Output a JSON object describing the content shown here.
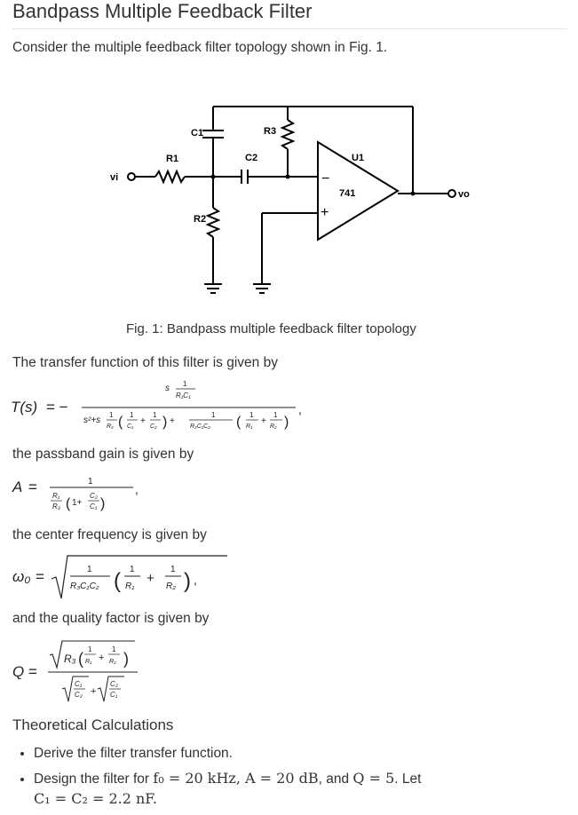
{
  "title": "Bandpass Multiple Feedback Filter",
  "intro": "Consider the multiple feedback filter topology shown in Fig. 1.",
  "circuit": {
    "labels": {
      "c1": "C1",
      "r3": "R3",
      "r1": "R1",
      "c2": "C2",
      "u1": "U1",
      "vi": "vi",
      "opamp": "741",
      "vo": "vo",
      "r2": "R2",
      "minus": "−",
      "plus": "+"
    }
  },
  "caption": "Fig. 1: Bandpass multiple feedback filter topology",
  "transfer_intro": "The transfer function of this filter is given by",
  "passband_intro": "the passband gain is given by",
  "center_intro": "the center frequency is given by",
  "quality_intro": "and the quality factor is given by",
  "section_heading": "Theoretical Calculations",
  "bullets": {
    "b1": "Derive the filter transfer function.",
    "b2_pre": "Design the filter for ",
    "b2_spec": "f₀ = 20 kHz, A = 20 dB",
    "b2_and": ", and ",
    "b2_q": "Q = 5",
    "b2_let": ". Let",
    "b2_caps": "C₁ = C₂ = 2.2 nF."
  }
}
